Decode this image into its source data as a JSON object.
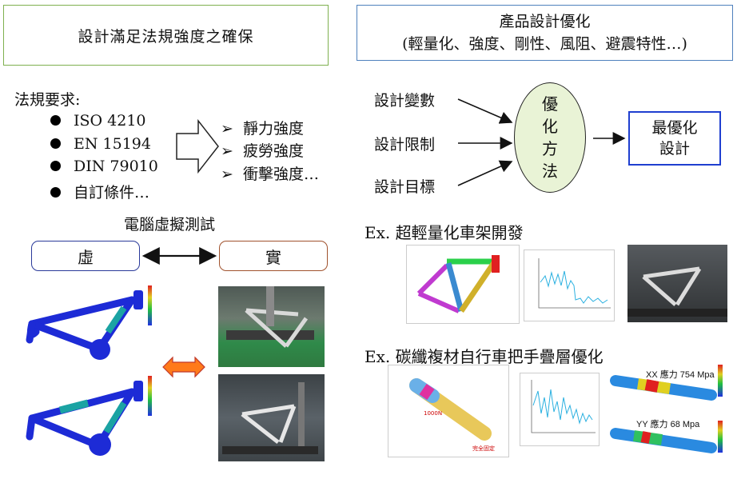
{
  "left_title": "設計滿足法規強度之確保",
  "right_title": {
    "line1": "產品設計優化",
    "line2": "(輕量化、強度、剛性、風阻、避震特性…)"
  },
  "regulations": {
    "heading": "法規要求:",
    "items": [
      "ISO 4210",
      "EN 15194",
      "DIN 79010",
      "自訂條件…"
    ]
  },
  "strength_types": [
    "靜力強度",
    "疲勞強度",
    "衝擊強度…"
  ],
  "optimization": {
    "inputs": [
      "設計變數",
      "設計限制",
      "設計目標"
    ],
    "method_chars": [
      "優",
      "化",
      "方",
      "法"
    ],
    "result_line1": "最優化",
    "result_line2": "設計"
  },
  "simulation": {
    "heading": "電腦虛擬測試",
    "virtual_label": "虛",
    "real_label": "實"
  },
  "examples": {
    "ex1": "Ex. 超輕量化車架開發",
    "ex2": "Ex. 碳纖複材自行車把手疊層優化"
  },
  "figure_labels": {
    "xx_stress": "XX 應力 754 Mpa",
    "yy_stress": "YY 應力 68 Mpa",
    "load_label": "1000N",
    "fixed_label": "完全固定"
  },
  "colors": {
    "green_border": "#7fb04f",
    "blue_border": "#4f81bd",
    "ellipse_fill": "#e9f3d6",
    "result_border": "#1f3fd0",
    "orange_arrow": "#ff7a1a",
    "frame_blue": "#1d2bd6"
  }
}
